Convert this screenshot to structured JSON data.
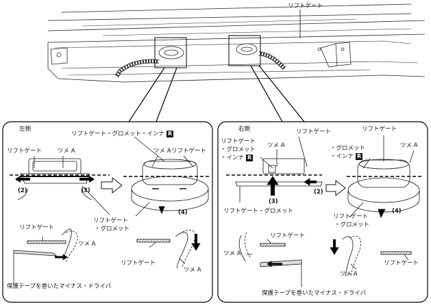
{
  "top": {
    "liftgate_label": "リフトゲート"
  },
  "left_panel": {
    "side": "左側",
    "liftgate_1": "リフトゲート",
    "tab_a_1": "ツメ A",
    "inner_grommet": "リフトゲート・グロメット・インナ",
    "badge": "R",
    "tab_a_2": "ツメ A",
    "liftgate_2": "リフトゲート",
    "step_2": "(2)",
    "step_3": "(3)",
    "step_4": "(4)",
    "grommet_line1": "リフトゲート",
    "grommet_line2": "・グロメット",
    "liftgate_3": "リフトゲート",
    "tab_a_3": "ツメ A",
    "liftgate_4": "リフトゲート",
    "tab_a_4": "ツメ A",
    "tape_screwdriver": "保護テープを巻いたマイナス・ドライバ"
  },
  "right_panel": {
    "side": "右側",
    "grommet_inner_line1": "リフトゲート",
    "grommet_inner_line2": "・グロメット",
    "grommet_inner_line3": "・インナ",
    "badge_1": "R",
    "tab_a_1": "ツメ A",
    "liftgate_1": "リフトゲート",
    "liftgate_2": "リフトゲート",
    "grommet_inner2_line1": "・グロメット",
    "grommet_inner2_line2": "・インナ",
    "badge_2": "R",
    "tab_a_2": "ツメ A",
    "step_2": "(2)",
    "step_3": "(3)",
    "step_4": "(4)",
    "liftgate_grommet": "リフトゲート・グロメット",
    "grommet_line1": "リフトゲート",
    "grommet_line2": "・グロメット",
    "liftgate_3": "リフトゲート",
    "tab_a_3": "ツメ A",
    "liftgate_4": "リフトゲート",
    "tab_a_4": "ツメ A",
    "tape_screwdriver": "保護テープを巻いたマイナス・ドライバ"
  }
}
